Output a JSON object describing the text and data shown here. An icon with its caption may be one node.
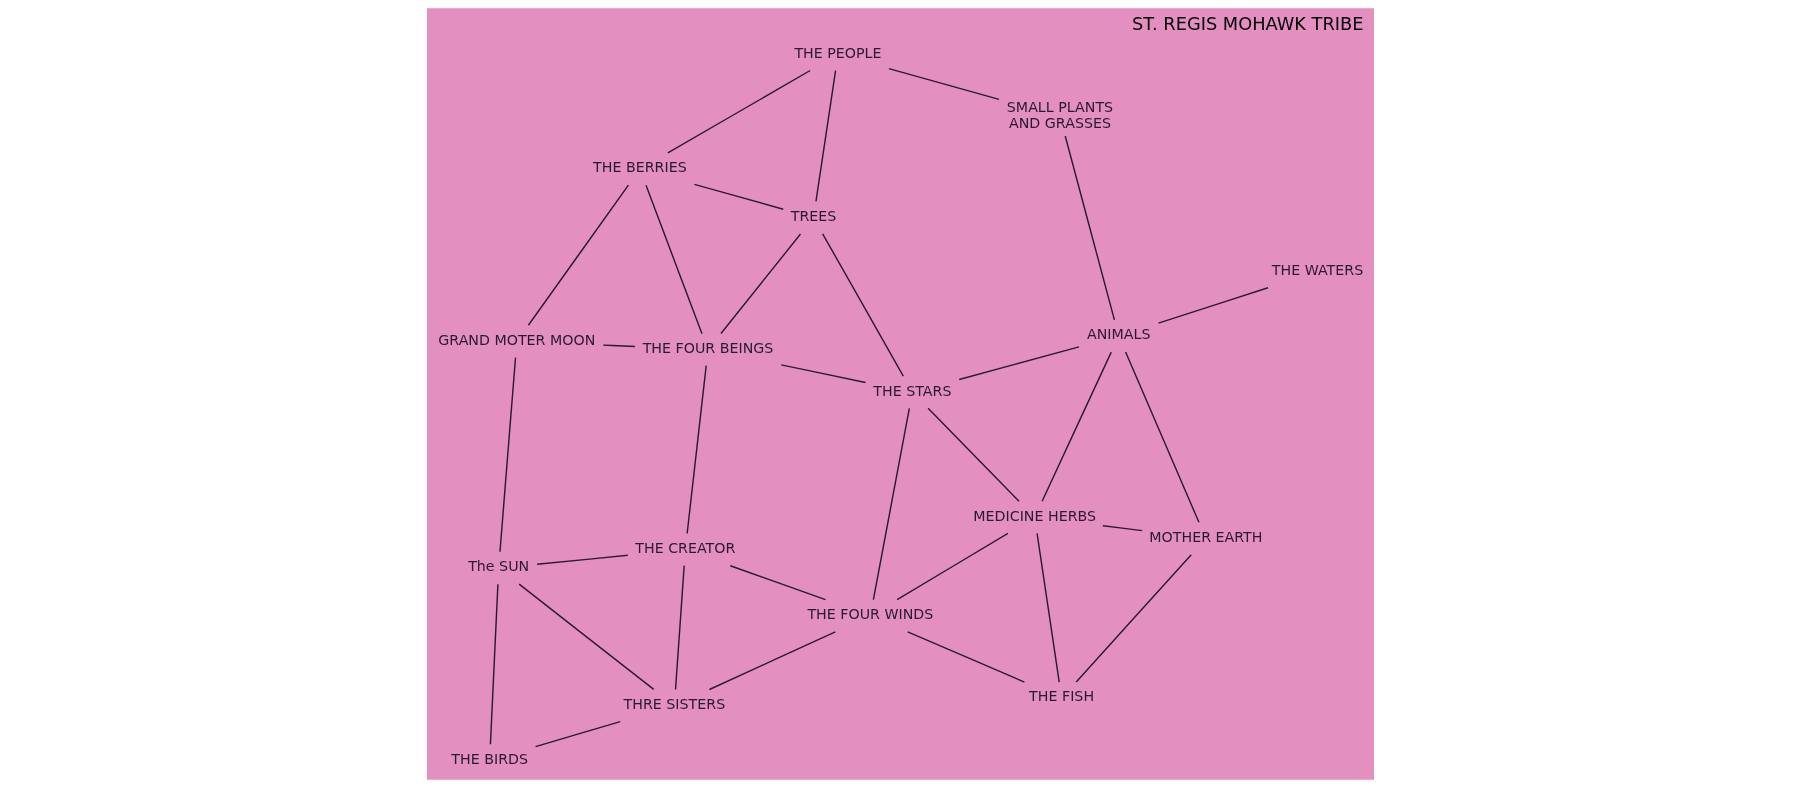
{
  "diagram": {
    "title": "ST. REGIS MOHAWK TRIBE",
    "nodes": [
      {
        "text": [
          "THE BIRDS"
        ]
      },
      {
        "text": [
          "GRAND MOTER MOON"
        ]
      },
      {
        "text": [
          "The SUN"
        ]
      },
      {
        "text": [
          "THE BERRIES"
        ]
      },
      {
        "text": [
          "THE FOUR BEINGS"
        ]
      },
      {
        "text": [
          "THRE SISTERS"
        ]
      },
      {
        "text": [
          "THE CREATOR"
        ]
      },
      {
        "text": [
          "TREES"
        ]
      },
      {
        "text": [
          "THE PEOPLE"
        ]
      },
      {
        "text": [
          "THE FOUR WINDS"
        ]
      },
      {
        "text": [
          "THE STARS"
        ]
      },
      {
        "text": [
          "SMALL PLANTS AND GRASSES"
        ]
      },
      {
        "text": [
          "ANIMALS"
        ]
      },
      {
        "text": [
          "THE FISH"
        ]
      },
      {
        "text": [
          "MEDICINE HERBS"
        ]
      },
      {
        "text": [
          "THE WATERS"
        ]
      },
      {
        "text": [
          "MOTHER EARTH"
        ]
      }
    ],
    "edges": [
      {
        "from": 0,
        "to": 2,
        "arrow": "none"
      },
      {
        "from": 0,
        "to": 5,
        "arrow": "none"
      },
      {
        "from": 2,
        "to": 5,
        "arrow": "none"
      },
      {
        "from": 2,
        "to": 1,
        "arrow": "none"
      },
      {
        "from": 2,
        "to": 6,
        "arrow": "none"
      },
      {
        "from": 1,
        "to": 4,
        "arrow": "none"
      },
      {
        "from": 1,
        "to": 3,
        "arrow": "none"
      },
      {
        "from": 4,
        "to": 6,
        "arrow": "none"
      },
      {
        "from": 4,
        "to": 3,
        "arrow": "none"
      },
      {
        "from": 4,
        "to": 7,
        "arrow": "none"
      },
      {
        "from": 4,
        "to": 10,
        "arrow": "none"
      },
      {
        "from": 5,
        "to": 6,
        "arrow": "none"
      },
      {
        "from": 5,
        "to": 9,
        "arrow": "none"
      },
      {
        "from": 3,
        "to": 7,
        "arrow": "none"
      },
      {
        "from": 3,
        "to": 8,
        "arrow": "none"
      },
      {
        "from": 7,
        "to": 8,
        "arrow": "none"
      },
      {
        "from": 7,
        "to": 10,
        "arrow": "none"
      },
      {
        "from": 6,
        "to": 9,
        "arrow": "none"
      },
      {
        "from": 8,
        "to": 11,
        "arrow": "none"
      },
      {
        "from": 9,
        "to": 10,
        "arrow": "none"
      },
      {
        "from": 10,
        "to": 12,
        "arrow": "none"
      },
      {
        "from": 9,
        "to": 13,
        "arrow": "none"
      },
      {
        "from": 9,
        "to": 14,
        "arrow": "none"
      },
      {
        "from": 10,
        "to": 14,
        "arrow": "none"
      },
      {
        "from": 12,
        "to": 11,
        "arrow": "none"
      },
      {
        "from": 12,
        "to": 14,
        "arrow": "none"
      },
      {
        "from": 12,
        "to": 15,
        "arrow": "none"
      },
      {
        "from": 13,
        "to": 14,
        "arrow": "none"
      },
      {
        "from": 13,
        "to": 16,
        "arrow": "none"
      },
      {
        "from": 14,
        "to": 16,
        "arrow": "none"
      },
      {
        "from": 16,
        "to": 12,
        "arrow": "none"
      }
    ]
  }
}
